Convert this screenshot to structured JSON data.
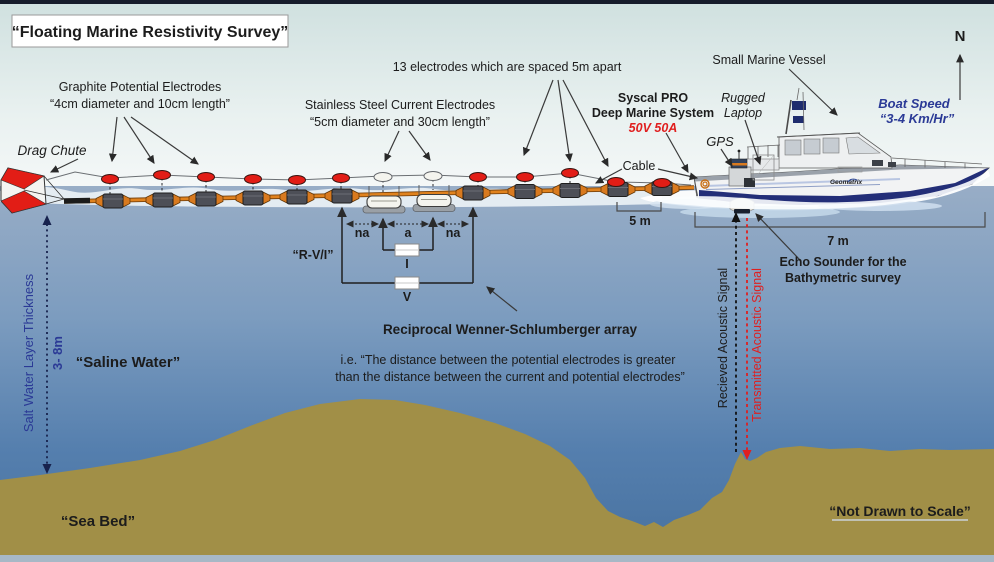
{
  "title": "“Floating Marine Resistivity Survey”",
  "compass": {
    "north_label": "N"
  },
  "labels": {
    "drag_chute": "Drag Chute",
    "graphite_electrodes": {
      "line1": "Graphite Potential Electrodes",
      "line2": "“4cm diameter and 10cm length”"
    },
    "stainless_electrodes": {
      "line1": "Stainless Steel Current Electrodes",
      "line2": "“5cm diameter and 30cm length”"
    },
    "electrode_count": "13 electrodes which are spaced 5m apart",
    "syscal": {
      "line1": "Syscal PRO",
      "line2": "Deep Marine System",
      "rating": "50V 50A"
    },
    "rugged_laptop": {
      "line1": "Rugged",
      "line2": "Laptop"
    },
    "gps": "GPS",
    "cable": "Cable",
    "small_marine_vessel": "Small Marine Vessel",
    "boat_speed": {
      "line1": "Boat Speed",
      "line2": "“3-4 Km/Hr”"
    },
    "spacing_5m": "5 m",
    "boat_length_7m": "7 m",
    "echo_sounder": {
      "line1": "Echo Sounder for the",
      "line2": "Bathymetric survey"
    },
    "received_signal": "Recieved Acoustic Signal",
    "transmitted_signal": "Transmitted Acoustic Signal",
    "salt_water_thickness": "Salt Water Layer Thickness",
    "thickness_range": "3- 8m",
    "saline_water": "“Saline Water”",
    "sea_bed": "“Sea Bed”",
    "not_to_scale": "“Not Drawn to Scale”"
  },
  "array_diagram": {
    "rvi": "“R-V/I”",
    "na_left": "na",
    "a": "a",
    "na_right": "na",
    "current_box": "I",
    "voltage_box": "V",
    "name": "Reciprocal Wenner-Schlumberger array",
    "note_line1": "i.e. “The distance between the potential electrodes is greater",
    "note_line2": "than the distance between the current and potential electrodes”"
  },
  "boat": {
    "logo": "Geomatrix"
  },
  "colors": {
    "cable_orange": "#e0821e",
    "float_red": "#e21d16",
    "hull_navy": "#232e78",
    "seabed_olive": "#a18f47",
    "water_deep": "#47719f",
    "accent_red_text": "#e01f1f",
    "accent_blue_text": "#2b3a96",
    "sea_bed_text": "#b5bdc3"
  }
}
